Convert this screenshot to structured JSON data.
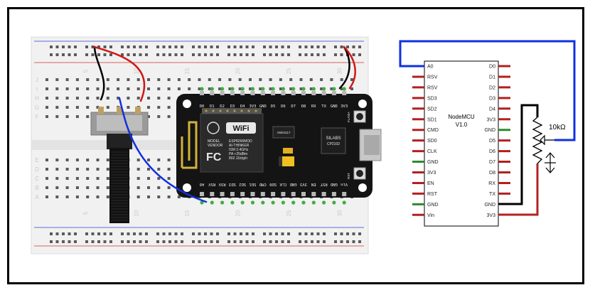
{
  "breadboard": {
    "column_numbers": [
      "5",
      "10",
      "15",
      "20",
      "25",
      "30"
    ],
    "row_letters_top": [
      "J",
      "I",
      "H",
      "G",
      "F"
    ],
    "row_letters_bottom": [
      "E",
      "D",
      "C",
      "B",
      "A"
    ]
  },
  "nodemcu_board": {
    "top_pins": [
      "D0",
      "D1",
      "D2",
      "D3",
      "D4",
      "3V3",
      "GND",
      "D5",
      "D6",
      "D7",
      "D8",
      "RX",
      "TX",
      "GND",
      "3V3"
    ],
    "bottom_pins": [
      "A0",
      "RSV",
      "RSV",
      "SD3",
      "SD2",
      "SD1",
      "CMD",
      "SD0",
      "CLK",
      "GND",
      "3V3",
      "EN",
      "RST",
      "GND",
      "Vin"
    ],
    "wifi_text": "WiFi",
    "model_text": "MODEL",
    "vendor_text": "VENDOR",
    "module_name": "ESP8266MOD",
    "module_vendor": "AI-THINKER",
    "module_band": "ISM 2.4GHz",
    "module_power": "PA +25dBm",
    "module_std": "802.11b/g/n",
    "flash_label": "FLASH",
    "rst_label": "RST",
    "usb_chip_brand": "SILABS",
    "usb_chip_part": "CP2102",
    "reg_chip": "AMS1117"
  },
  "schematic": {
    "chip_title": "NodeMCU",
    "chip_version": "V1.0",
    "left_pins": [
      "A0",
      "RSV",
      "RSV",
      "SD3",
      "SD2",
      "SD1",
      "CMD",
      "SD0",
      "CLK",
      "GND",
      "3V3",
      "EN",
      "RST",
      "GND",
      "Vin"
    ],
    "right_pins": [
      "D0",
      "D1",
      "D2",
      "D3",
      "D4",
      "3V3",
      "GND",
      "D5",
      "D6",
      "D7",
      "D8",
      "RX",
      "TX",
      "GND",
      "3V3"
    ],
    "pot_label": "10kΩ"
  },
  "colors": {
    "wire_red": "#d01818",
    "wire_black": "#000000",
    "wire_blue": "#1030e0",
    "pin_red": "#b02020",
    "pin_green": "#2d8a2d"
  }
}
